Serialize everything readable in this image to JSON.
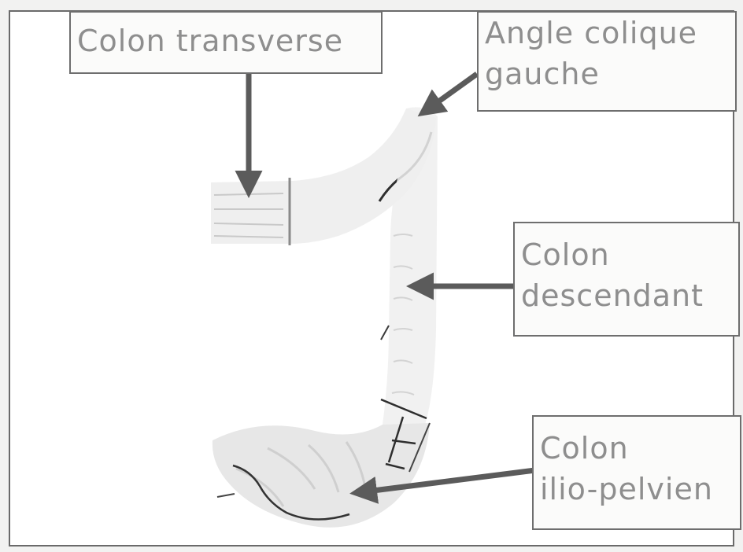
{
  "labels": {
    "colon_transverse": {
      "lines": [
        "Colon transverse"
      ]
    },
    "angle_colique_gauche": {
      "lines": [
        "Angle colique",
        "gauche"
      ]
    },
    "colon_descendant": {
      "lines": [
        "Colon",
        "descendant"
      ]
    },
    "colon_ilio_pelvien": {
      "lines": [
        "Colon",
        "ilio-pelvien"
      ]
    }
  },
  "colors": {
    "paper": "#ffffff",
    "background": "#f2f2f1",
    "arrow": "#5b5b5b",
    "frame": "#6a6a6a",
    "label_text": "#8e8e8e",
    "colon_fill": "#ececec",
    "colon_outline": "#2e2e2e"
  }
}
